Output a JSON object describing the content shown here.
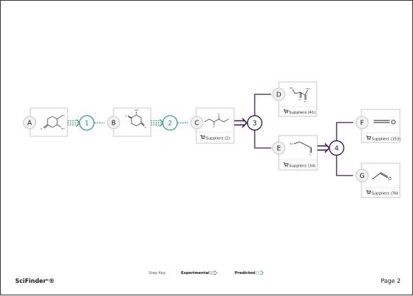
{
  "compounds": [
    {
      "id": "A",
      "label": "A"
    },
    {
      "id": "B",
      "label": "B"
    },
    {
      "id": "C",
      "label": "C",
      "suppliers": "Suppliers (2)"
    },
    {
      "id": "D",
      "label": "D",
      "suppliers": "Suppliers (41)"
    },
    {
      "id": "E",
      "label": "E",
      "suppliers": "Suppliers (34)"
    },
    {
      "id": "F",
      "label": "F",
      "suppliers": "Suppliers (153)"
    },
    {
      "id": "G",
      "label": "G",
      "suppliers": "Suppliers (78)"
    }
  ],
  "steps": [
    {
      "label": "1",
      "type": "predicted"
    },
    {
      "label": "2",
      "type": "predicted"
    },
    {
      "label": "3",
      "type": "experimental"
    },
    {
      "label": "4",
      "type": "experimental"
    }
  ],
  "structure_labels": {
    "oh": "OH",
    "o": "O",
    "oh_upper": "OH",
    "ho": "HO"
  },
  "step_key": {
    "label": "Step Key:",
    "experimental": "Experimental",
    "predicted": "Predicted"
  },
  "footer": {
    "brand": "SciFinderⁿ®",
    "page": "Page 2"
  },
  "colors": {
    "experimental": "#3d1152",
    "predicted": "#2f9a73",
    "box_border": "#b9b9b9",
    "circle_fill": "#f1f1f1"
  },
  "icons": {
    "cart": "cart-icon",
    "experimental_arrow": "double-arrow-outline-icon",
    "predicted_arrow": "dashed-double-arrow-icon"
  }
}
